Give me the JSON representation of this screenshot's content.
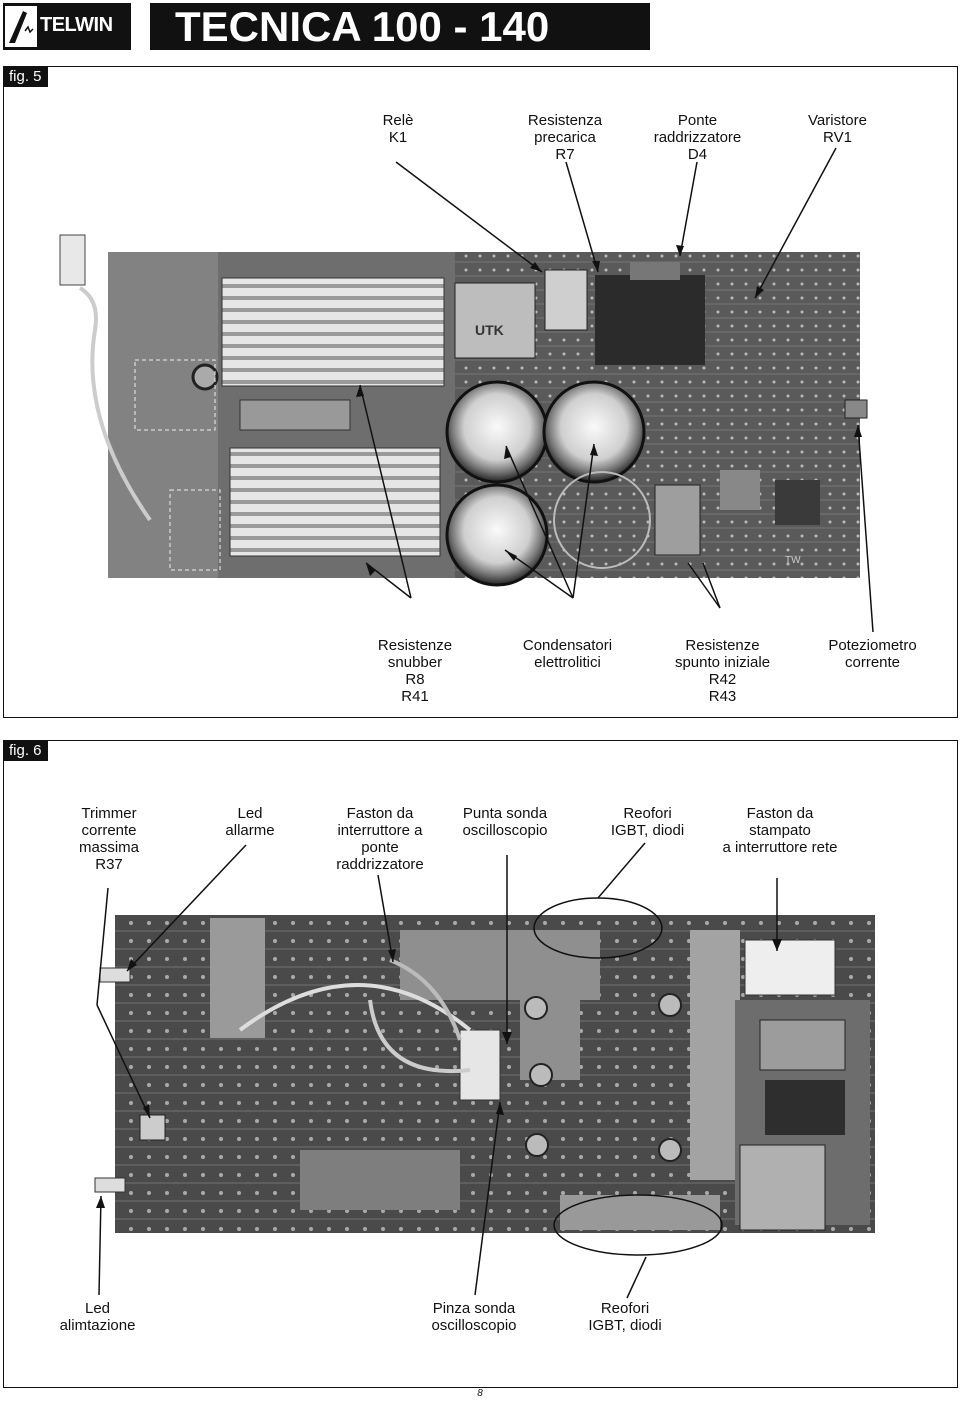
{
  "header": {
    "brand": "TELWIN",
    "title": "TECNICA 100 - 140"
  },
  "fig5": {
    "tag": "fig. 5",
    "top_labels": [
      "Relè\nK1",
      "Resistenza\nprecarica\nR7",
      "Ponte\nraddrizzatore\nD4",
      "Varistore\nRV1"
    ],
    "bottom_labels": [
      "Resistenze\nsnubber\nR8\nR41",
      "Condensatori\nelettrolitici",
      "Resistenze\nspunto iniziale\nR42\nR43",
      "Poteziometro\ncorrente"
    ],
    "board_marks": [
      "UTK",
      "TW"
    ]
  },
  "fig6": {
    "tag": "fig. 6",
    "top_labels": [
      "Trimmer\ncorrente\nmassima\nR37",
      "Led\nallarme",
      "Faston da\ninterruttore a\nponte\nraddrizzatore",
      "Punta sonda\noscilloscopio",
      "Reofori\nIGBT, diodi",
      "Faston da\nstampato\na interruttore rete"
    ],
    "bottom_labels": [
      "Led\nalimtazione",
      "Pinza sonda\noscilloscopio",
      "Reofori\nIGBT, diodi"
    ]
  },
  "footer": {
    "page_number": "8"
  },
  "colors": {
    "ink": "#111111",
    "board_dark": "#4a4a4a",
    "board_mid": "#8a8a8a",
    "heatsink": "#d8d8d8"
  }
}
